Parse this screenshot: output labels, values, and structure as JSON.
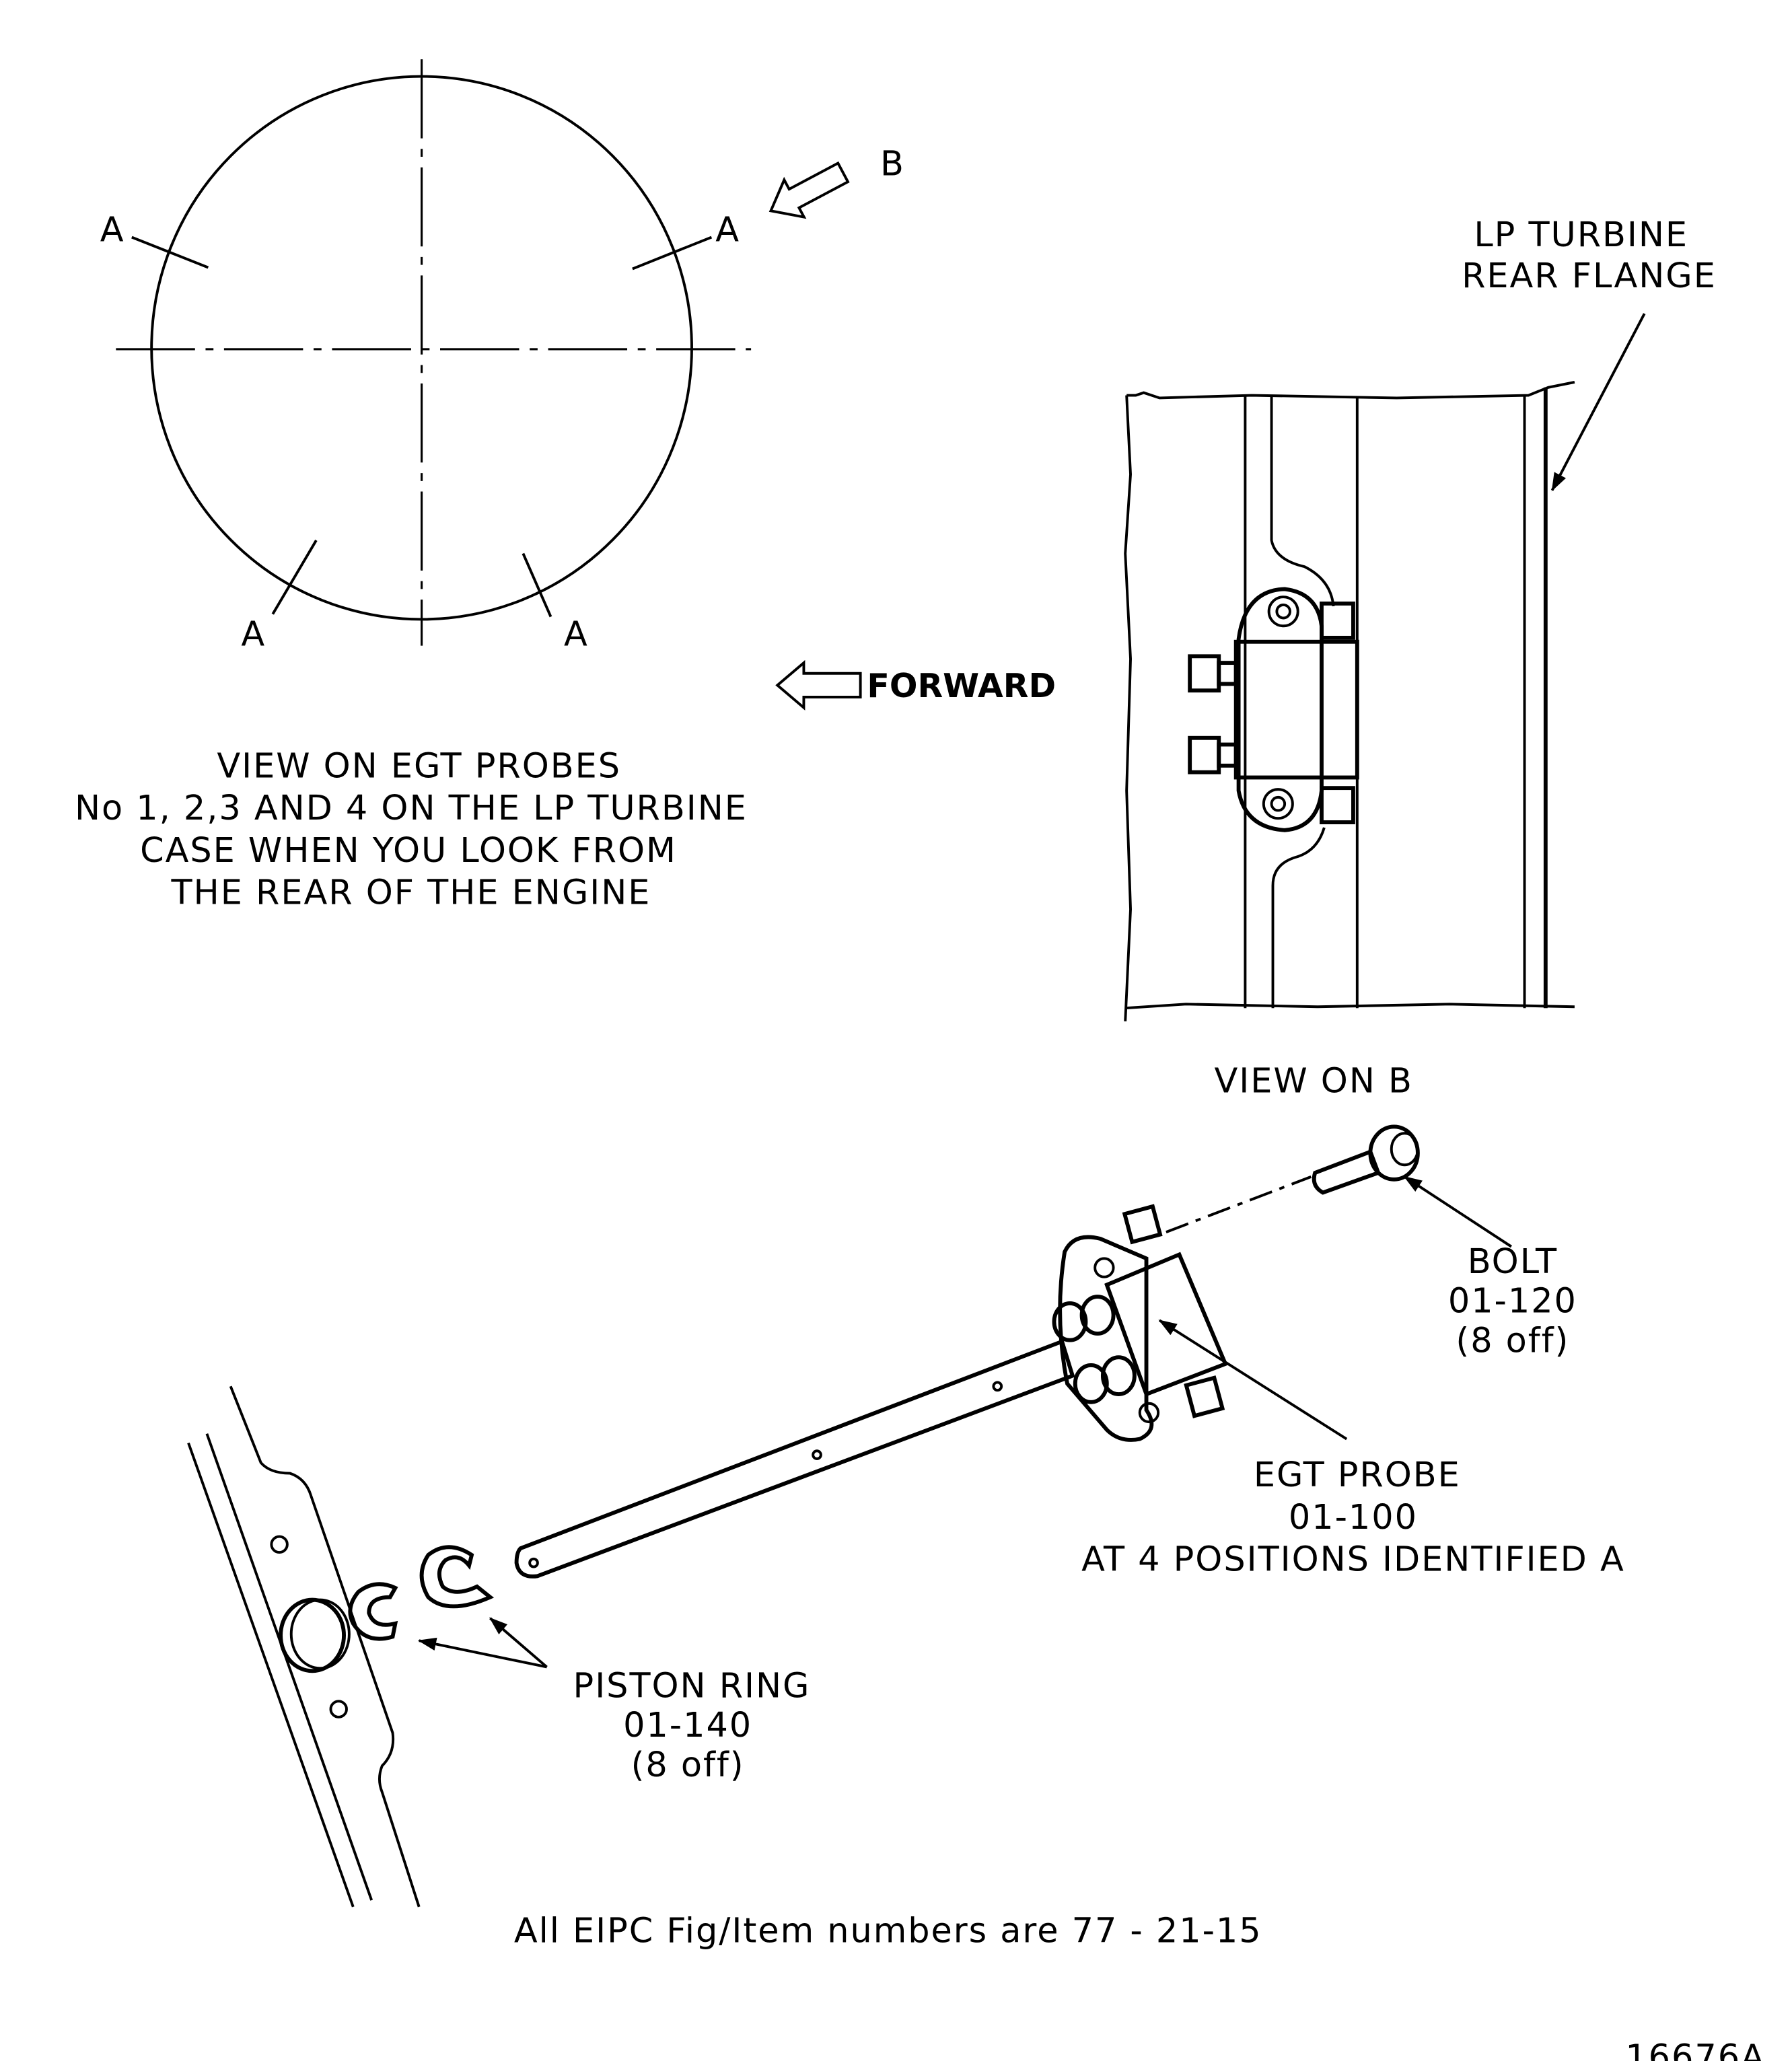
{
  "section_view": {
    "position_labels": [
      "A",
      "A",
      "A",
      "A"
    ],
    "view_arrow_label": "B",
    "forward_label": "FORWARD",
    "caption": [
      "VIEW  ON  EGT  PROBES",
      "No  1, 2,3  AND 4 ON THE  LP TURBINE",
      "CASE   WHEN  YOU  LOOK  FROM",
      "THE  REAR  OF  THE  ENGINE"
    ]
  },
  "view_b": {
    "flange_label": [
      "LP TURBINE",
      "REAR  FLANGE"
    ],
    "caption": "VIEW  ON  B"
  },
  "parts": {
    "bolt": [
      "BOLT",
      "01-120",
      "(8 off)"
    ],
    "egt_probe": [
      "EGT  PROBE",
      "01-100",
      "AT 4 POSITIONS  IDENTIFIED  A"
    ],
    "piston_ring": [
      "PISTON RING",
      "01-140",
      "(8 off)"
    ]
  },
  "footer": {
    "note": "All  EIPC  Fig/Item  numbers  are  77 - 21-15",
    "drawing_number": "16676A"
  }
}
